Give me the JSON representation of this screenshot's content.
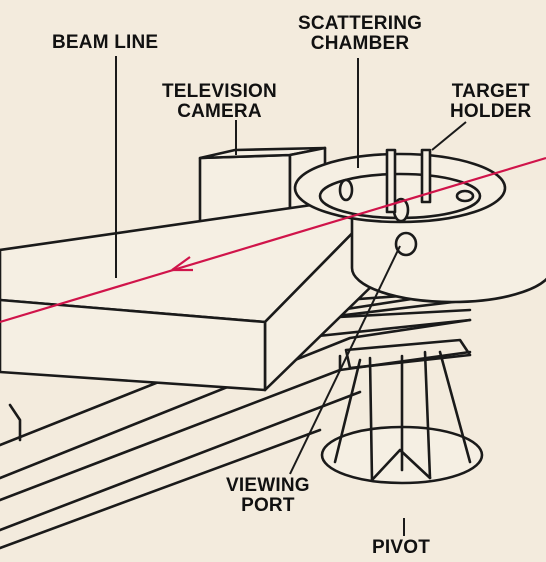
{
  "labels": {
    "beam_line": "BEAM LINE",
    "scattering_chamber": [
      "SCATTERING",
      "CHAMBER"
    ],
    "television_camera": [
      "TELEVISION",
      "CAMERA"
    ],
    "target_holder": [
      "TARGET",
      "HOLDER"
    ],
    "viewing_port": [
      "VIEWING",
      "PORT"
    ],
    "pivot": "PIVOT"
  },
  "colors": {
    "beam": "#d0144a",
    "paper": "#f3ebdd",
    "ink": "#1a1a1a"
  }
}
